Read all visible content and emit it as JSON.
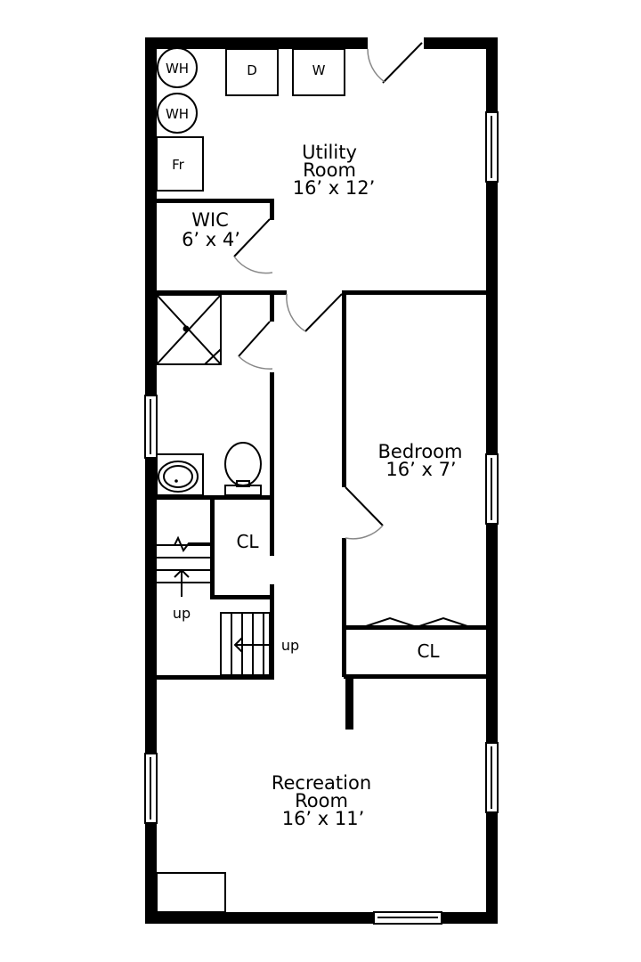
{
  "rooms": {
    "utility": {
      "name_line1": "Utility",
      "name_line2": "Room",
      "dims": "16’ x 12’"
    },
    "wic": {
      "name": "WIC",
      "dims": "6’ x 4’"
    },
    "bedroom": {
      "name": "Bedroom",
      "dims": "16’ x 7’"
    },
    "recreation": {
      "name_line1": "Recreation",
      "name_line2": "Room",
      "dims": "16’ x 11’"
    }
  },
  "closets": {
    "hall_closet": "CL",
    "bedroom_closet": "CL"
  },
  "fixtures": {
    "water_heater_1": "WH",
    "water_heater_2": "WH",
    "dryer": "D",
    "washer": "W",
    "fridge": "Fr"
  },
  "stairs": {
    "lower_label": "up",
    "upper_label": "up"
  }
}
